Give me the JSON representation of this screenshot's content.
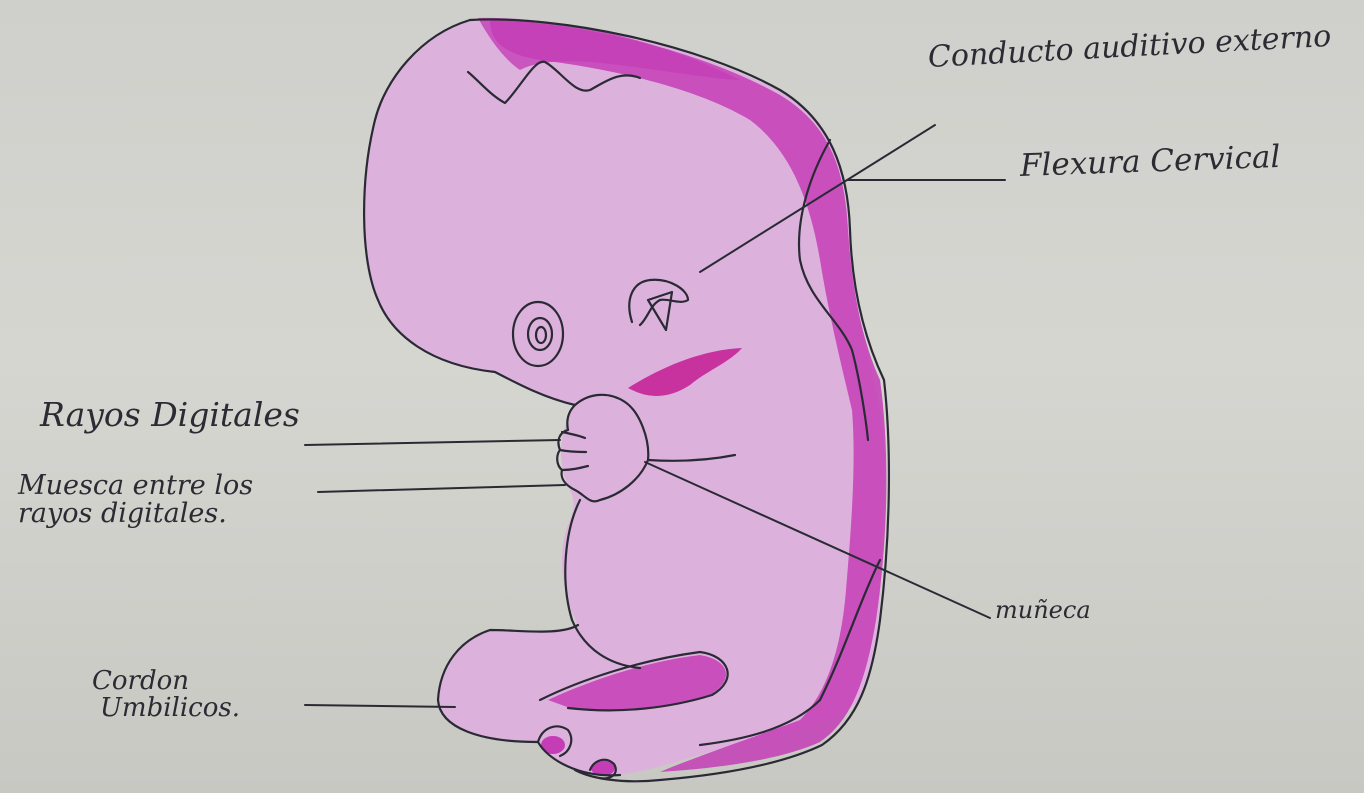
{
  "diagram": {
    "labels": {
      "conducto_auditivo": "Conducto auditivo externo",
      "flexura_cervical": "Flexura Cervical",
      "rayos_digitales": "Rayos Digitales",
      "membrana_line1": "Muesca entre los",
      "membrana_line2": "rayos digitales.",
      "muneca": "muñeca",
      "cordon_line1": "Cordon",
      "cordon_line2": "Umbilicos."
    },
    "colors": {
      "paper": "#d3d3ce",
      "pencil": "#2a2a35",
      "body_fill": "#dcb1dc",
      "body_dark": "#c03cb4",
      "accent_magenta": "#c8329e"
    }
  }
}
